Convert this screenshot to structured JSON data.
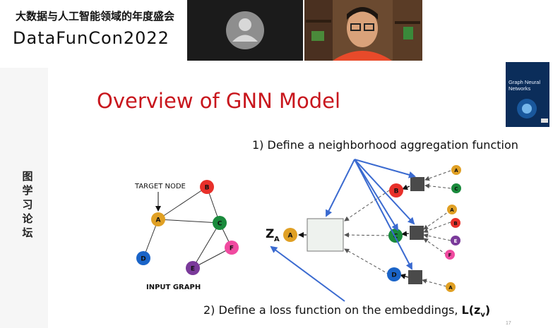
{
  "header": {
    "event_title": "大数据与人工智能领域的年度盛会",
    "event_brand": "DataFunCon2022"
  },
  "sidebar": {
    "vertical_text": [
      "图",
      "学",
      "习",
      "论",
      "坛"
    ]
  },
  "book": {
    "title_line1": "Graph Neural",
    "title_line2": "Networks"
  },
  "slide": {
    "title": "Overview of GNN Model",
    "step1": "1) Define a neighborhood aggregation function",
    "step2_prefix": "2) Define a loss function on the embeddings, ",
    "step2_loss": "L(z",
    "step2_sub": "v",
    "step2_close": ")",
    "target_node_label": "TARGET NODE",
    "input_graph_label": "INPUT GRAPH",
    "embedding_label": "Z",
    "embedding_sub": "A",
    "slide_number": "17"
  },
  "graph_nodes": {
    "A": "A",
    "B": "B",
    "C": "C",
    "D": "D",
    "E": "E",
    "F": "F"
  },
  "colors": {
    "title_red": "#c8161d",
    "node_A": "#e0a024",
    "node_B": "#e8302a",
    "node_C": "#1a8a3c",
    "node_D": "#1a64c8",
    "node_E": "#7a3a9a",
    "node_F": "#f04aa0",
    "arrow_blue": "#3a6ad0"
  }
}
